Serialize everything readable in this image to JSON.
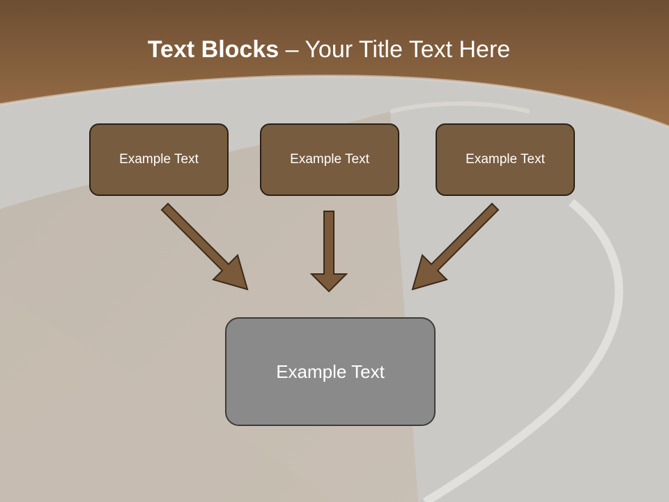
{
  "title": {
    "bold": "Text Blocks",
    "dash": "–",
    "rest": "Your Title Text Here"
  },
  "boxes": {
    "left": "Example Text",
    "center": "Example Text",
    "right": "Example Text",
    "bottom": "Example Text"
  },
  "colors": {
    "header_brown": "#8a6542",
    "box_brown": "#785c3f",
    "arrow_brown": "#7a5a3a",
    "bottom_box_gray": "#8a8a8a",
    "background_gray": "#c9c6c2"
  }
}
